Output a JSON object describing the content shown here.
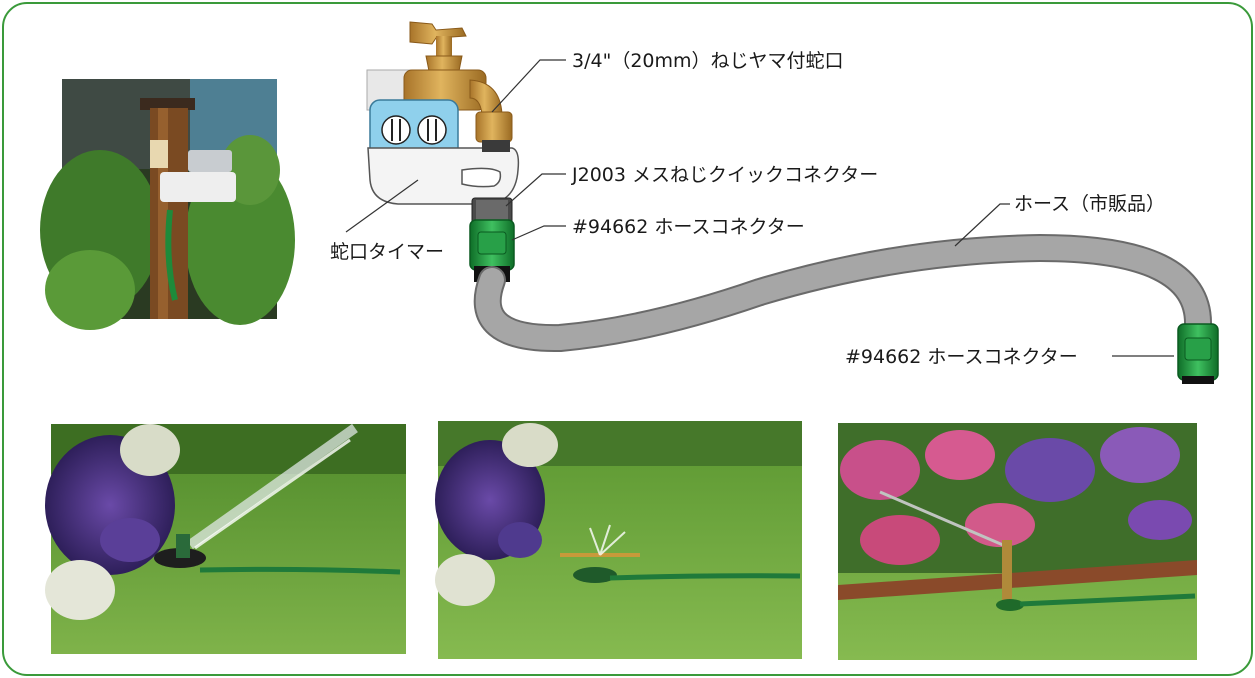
{
  "colors": {
    "frame_border": "#3a9a3a",
    "hose": "#9a9a9a",
    "connector_green": "#1f9a3a",
    "faucet_brass": "#c8963c",
    "timer_blue": "#8fd0ec"
  },
  "labels": {
    "faucet": "3/4\"（20mm）ねじヤマ付蛇口",
    "quick_connector": "J2003 メスねじクイックコネクター",
    "hose_connector_top": "#94662 ホースコネクター",
    "hose": "ホース（市販品）",
    "timer": "蛇口タイマー",
    "hose_connector_end": "#94662 ホースコネクター"
  },
  "photos": [
    {
      "name": "photo-faucet-timer-post",
      "subject": "garden-post-with-faucet-timer"
    },
    {
      "name": "photo-sprinkler-jet",
      "subject": "sprinkler-on-lawn-with-purple-flowers"
    },
    {
      "name": "photo-sprinkler-spray",
      "subject": "sprinkler-spraying-on-lawn"
    },
    {
      "name": "photo-sprinkler-pink-flowers",
      "subject": "sprinkler-near-pink-flowers"
    }
  ]
}
